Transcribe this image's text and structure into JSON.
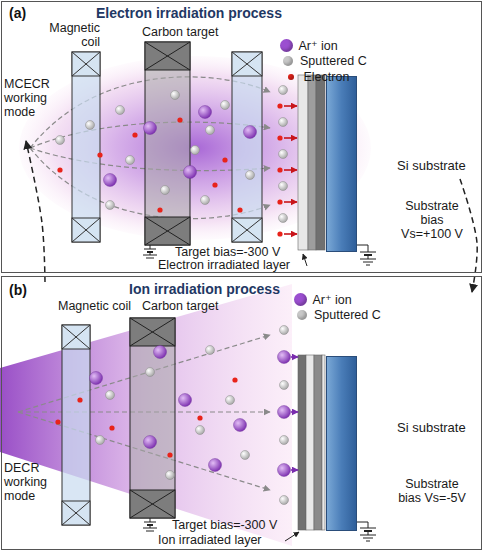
{
  "diagram": {
    "nodes": [
      {
        "text": [
          "(a)",
          "Electron irradiation process"
        ]
      },
      {
        "text": [
          "Si substrate"
        ],
        "in": 0
      },
      {
        "text": [
          "(b)",
          "Ion irradiation process"
        ]
      },
      {
        "text": [
          "Si substrate"
        ],
        "in": 2
      }
    ],
    "edges": [
      {
        "from": 0,
        "to": 2,
        "arrow": "to"
      },
      {
        "from": 2,
        "to": 0,
        "arrow": "to"
      }
    ],
    "labels": [
      "Magnetic coil",
      "Carbon target",
      "MCECR working mode",
      "Target bias=-300 V",
      "Electron irradiated layer",
      "Substrate bias Vs=+100 V",
      "Magnetic coil",
      "Carbon target",
      "DECR working mode",
      "Target bias=-300 V",
      "Ion irradiated layer",
      "Substrate bias Vs=-5V"
    ],
    "legend": [
      {
        "text": "Ar⁺ ion",
        "color": "#9b4fd0"
      },
      {
        "text": "Sputtered C",
        "color": "#c8c8c8"
      },
      {
        "text": "Electron",
        "color": "#e8231a"
      },
      {
        "text": "Ar⁺ ion",
        "color": "#9b4fd0"
      },
      {
        "text": "Sputtered C",
        "color": "#c8c8c8"
      }
    ]
  }
}
